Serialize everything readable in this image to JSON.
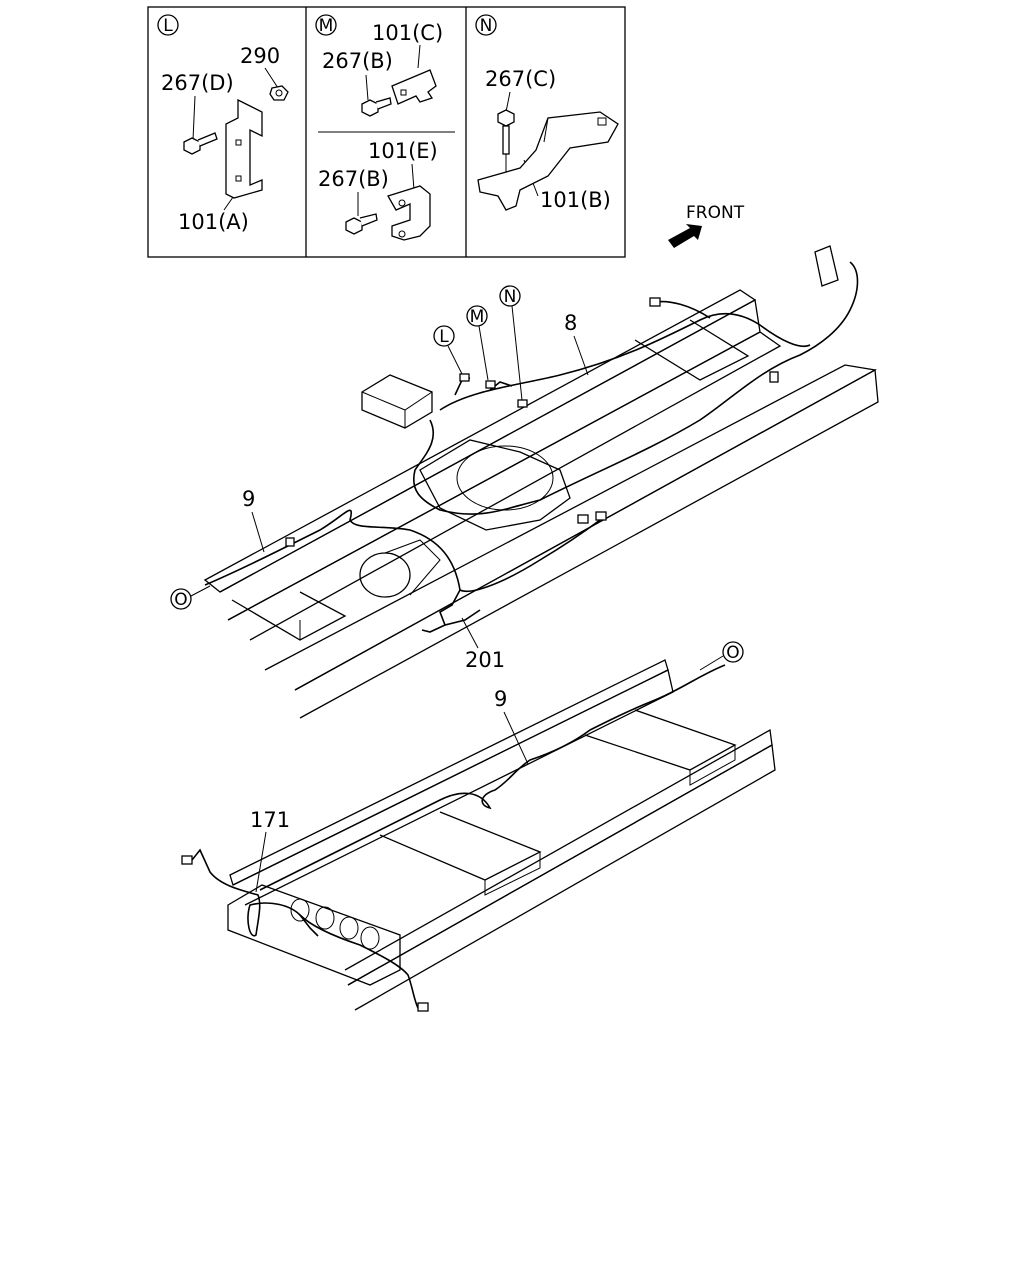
{
  "insets": {
    "L": {
      "tag": "L",
      "labels": {
        "p290": "290",
        "p267d": "267(D)",
        "p101a": "101(A)"
      }
    },
    "M": {
      "tag": "M",
      "labels": {
        "p101c": "101(C)",
        "p267b_top": "267(B)",
        "p101e": "101(E)",
        "p267b_bot": "267(B)"
      }
    },
    "N": {
      "tag": "N",
      "labels": {
        "p267c": "267(C)",
        "p101b": "101(B)"
      }
    }
  },
  "front_label": "FRONT",
  "callouts": {
    "L": "L",
    "M": "M",
    "N": "N",
    "p8": "8",
    "p9_top": "9",
    "o_left": "O",
    "p201": "201",
    "o_right": "O",
    "p9_bottom": "9",
    "p171": "171"
  }
}
